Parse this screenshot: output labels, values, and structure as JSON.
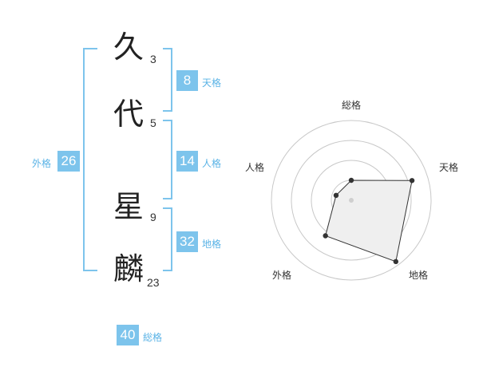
{
  "name": {
    "chars": [
      {
        "char": "久",
        "strokes": "3"
      },
      {
        "char": "代",
        "strokes": "5"
      },
      {
        "char": "星",
        "strokes": "9"
      },
      {
        "char": "麟",
        "strokes": "23"
      }
    ]
  },
  "fortune": {
    "tenkaku": {
      "value": "8",
      "label": "天格"
    },
    "jinkaku": {
      "value": "14",
      "label": "人格"
    },
    "chikaku": {
      "value": "32",
      "label": "地格"
    },
    "gaikaku": {
      "value": "26",
      "label": "外格"
    },
    "soukaku": {
      "value": "40",
      "label": "総格"
    }
  },
  "colors": {
    "accent": "#7dc4ec",
    "label": "#5ab3e6"
  },
  "chart_data": {
    "type": "radar",
    "axes": [
      "総格",
      "天格",
      "地格",
      "外格",
      "人格"
    ],
    "values": [
      0.25,
      0.8,
      0.95,
      0.55,
      0.2
    ],
    "rings": 4
  }
}
